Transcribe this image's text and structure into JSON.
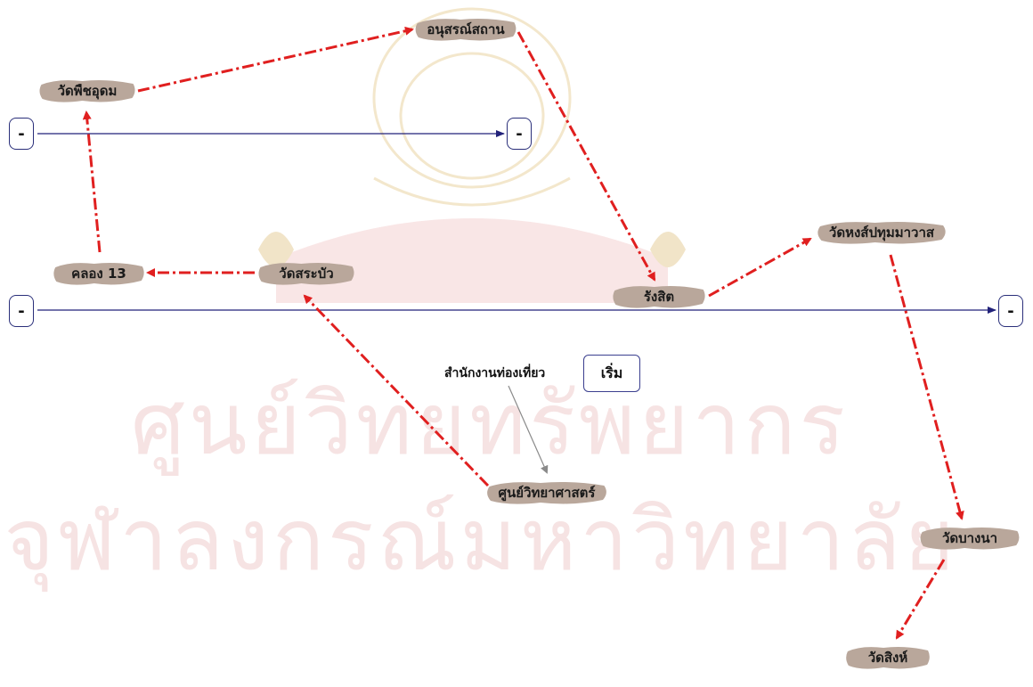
{
  "watermark": {
    "line1": "ศูนย์วิทยทรัพยากร",
    "line2": "จุฬาลงกรณ์มหาวิทยาลัย"
  },
  "colors": {
    "route": "#e01f1f",
    "axis": "#22227a",
    "node_bg": "#b9a79b",
    "thin_arrow": "#8a8a8a"
  },
  "nodes": {
    "anusornsathan": "อนุสรณ์สถาน",
    "wat_phuechudom": "วัดพืชอุดม",
    "khlong_13": "คลอง 13",
    "wat_sarabua": "วัดสระบัว",
    "rangsit": "รังสิต",
    "wat_hongpathum": "วัดหงส์ปทุมมาวาส",
    "wat_bangna": "วัดบางนา",
    "wat_sing": "วัดสิงห์",
    "science_center": "ศูนย์วิทยาศาสตร์"
  },
  "tourism_office": "สำนักงานท่องเที่ยว",
  "start_label": "เริ่ม",
  "collapse_symbol": "-"
}
